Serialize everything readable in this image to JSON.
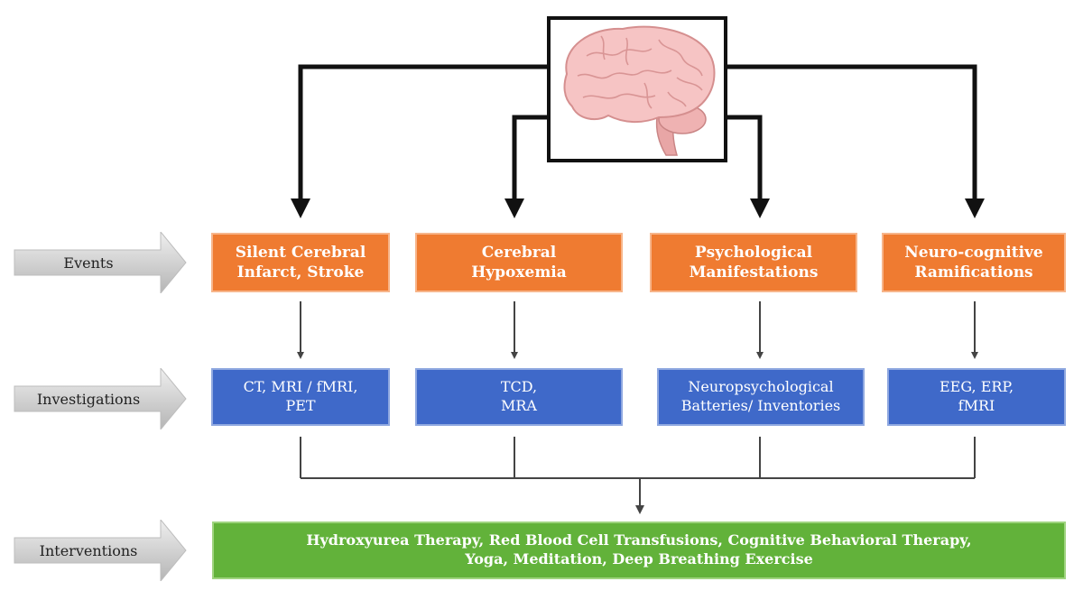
{
  "rows": {
    "events": "Events",
    "investigations": "Investigations",
    "interventions": "Interventions"
  },
  "events": [
    {
      "line1": "Silent Cerebral",
      "line2": "Infarct, Stroke"
    },
    {
      "line1": "Cerebral",
      "line2": "Hypoxemia"
    },
    {
      "line1": "Psychological",
      "line2": "Manifestations"
    },
    {
      "line1": "Neuro-cognitive",
      "line2": "Ramifications"
    }
  ],
  "investigations": [
    {
      "line1": "CT, MRI / fMRI,",
      "line2": "PET"
    },
    {
      "line1": "TCD,",
      "line2": "MRA"
    },
    {
      "line1": "Neuropsychological",
      "line2": "Batteries/ Inventories"
    },
    {
      "line1": "EEG, ERP,",
      "line2": "fMRI"
    }
  ],
  "interventions": {
    "line1": "Hydroxyurea Therapy, Red Blood Cell Transfusions, Cognitive Behavioral Therapy,",
    "line2": "Yoga, Meditation, Deep Breathing Exercise"
  },
  "icons": {
    "center_image": "brain-icon",
    "row_markers": "right-arrow-icon"
  },
  "colors": {
    "events": "#ef7b31",
    "investigations": "#3f69c9",
    "interventions": "#62b23a",
    "connectors": "#111111"
  }
}
